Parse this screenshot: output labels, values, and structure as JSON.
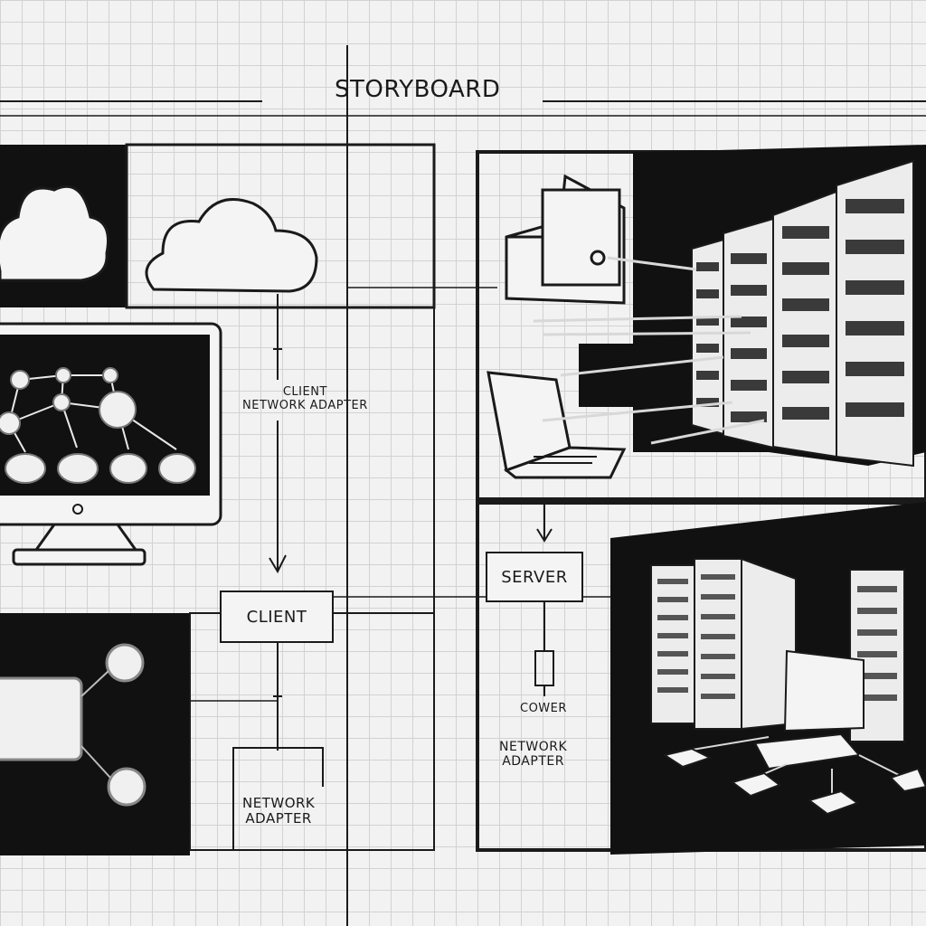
{
  "title": "STORYBOARD",
  "left": {
    "client_network_adapter_label": [
      "CLIENT",
      "NETWORK ADAPTER"
    ],
    "client_box_label": "CLIENT",
    "network_adapter_label": [
      "NETWORK",
      "ADAPTER"
    ]
  },
  "right": {
    "server_box_label": "SERVER",
    "cower_label": "COWER",
    "network_adapter_label": [
      "NETWORK",
      "ADAPTER"
    ]
  },
  "colors": {
    "ink": "#1a1a1a",
    "paper": "#f2f2f2",
    "grid": "#d2d2d2"
  }
}
